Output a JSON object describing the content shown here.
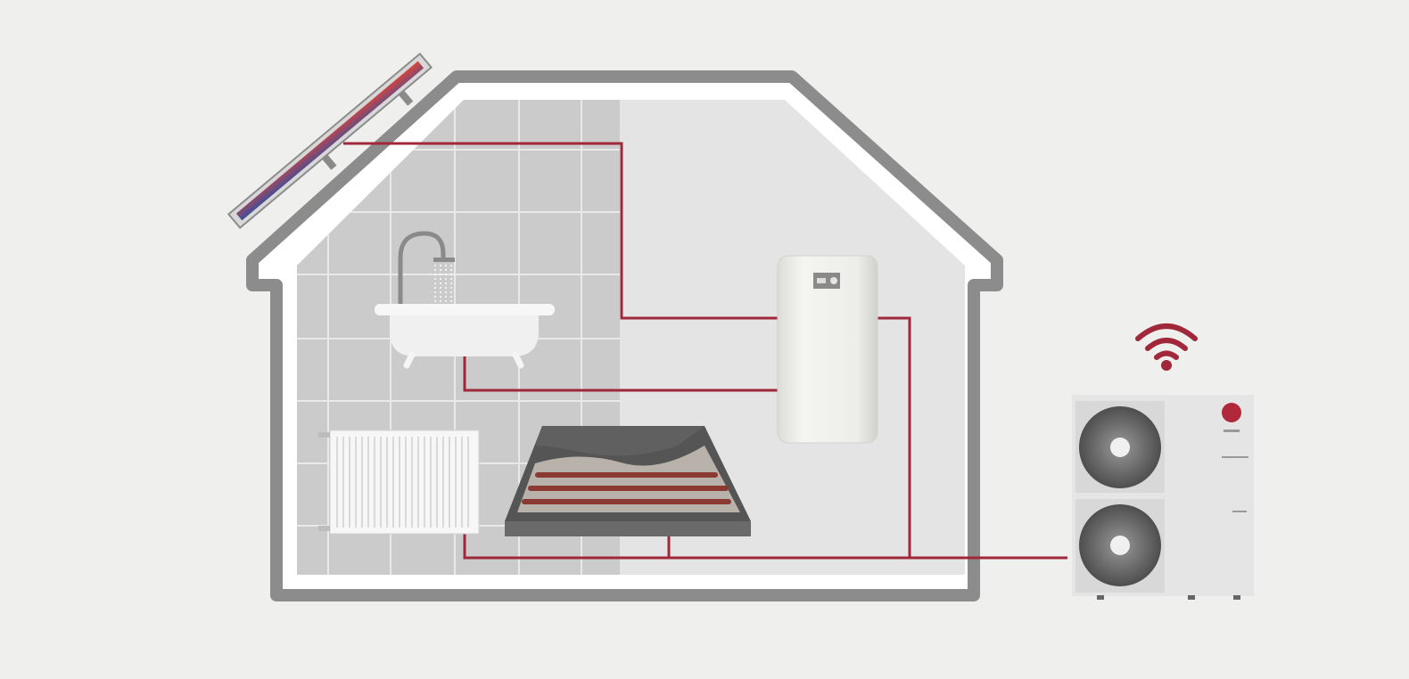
{
  "diagram": {
    "components": [
      {
        "id": "solar-collector",
        "icon": "solar-panel-icon"
      },
      {
        "id": "shower-bathtub",
        "icon": "bathtub-icon"
      },
      {
        "id": "radiator",
        "icon": "radiator-icon"
      },
      {
        "id": "underfloor-heating",
        "icon": "floor-heating-icon"
      },
      {
        "id": "hot-water-tank",
        "icon": "water-tank-icon"
      },
      {
        "id": "heat-pump-outdoor-unit",
        "icon": "heat-pump-icon"
      },
      {
        "id": "wifi",
        "icon": "wifi-icon"
      }
    ],
    "colors": {
      "background": "#efefee",
      "house_outline": "#8c8c8c",
      "interior": "#e4e4e4",
      "tiles": "#cbcbcb",
      "pipe": "#a0283a",
      "wifi": "#a0283a",
      "solar_hot": "#d9443c",
      "solar_cold": "#3b4f9c"
    }
  }
}
